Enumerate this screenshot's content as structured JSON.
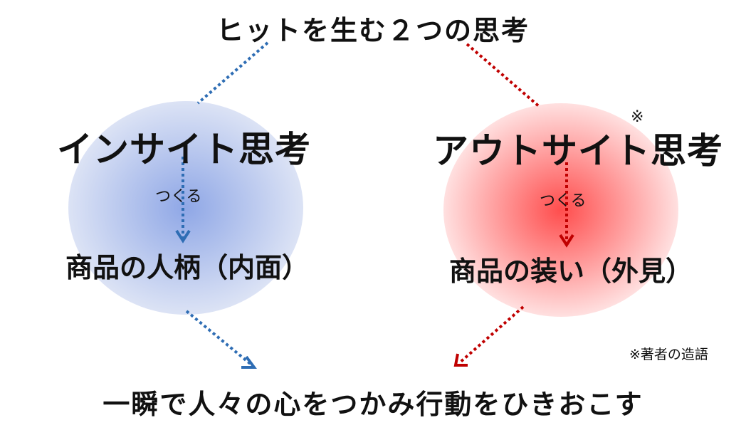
{
  "title": "ヒットを生む２つの思考",
  "left": {
    "concept": "インサイト思考",
    "verb": "つくる",
    "result": "商品の人柄（内面）",
    "color": "#2E6DB4",
    "circle_color": "#8FA7E6"
  },
  "right": {
    "concept": "アウトサイト思考",
    "note_mark": "※",
    "verb": "つくる",
    "result": "商品の装い（外見）",
    "color": "#C00000",
    "circle_color": "#FF4D4D"
  },
  "footnote": "※著者の造語",
  "conclusion": "一瞬で人々の心をつかみ行動をひきおこす"
}
